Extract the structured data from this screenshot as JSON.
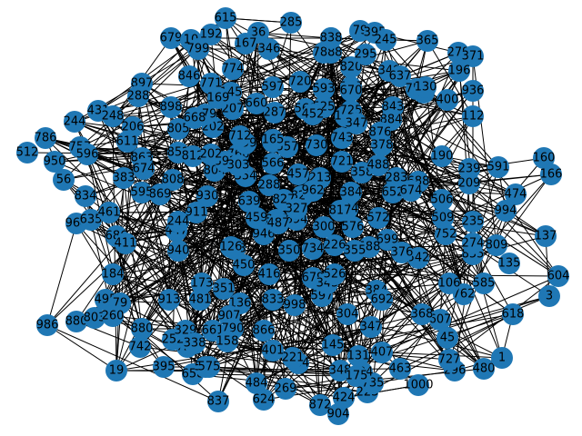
{
  "graph": {
    "node_color": "#1f77b4",
    "edge_color": "#000000",
    "background": "#ffffff",
    "nodes": [
      {
        "label": "615"
      },
      {
        "label": "36"
      },
      {
        "label": "285"
      },
      {
        "label": "838"
      },
      {
        "label": "79"
      },
      {
        "label": "395"
      },
      {
        "label": "245"
      },
      {
        "label": "365"
      },
      {
        "label": "279"
      },
      {
        "label": "371"
      },
      {
        "label": "679"
      },
      {
        "label": "10"
      },
      {
        "label": "192"
      },
      {
        "label": "799"
      },
      {
        "label": "167"
      },
      {
        "label": "346"
      },
      {
        "label": "788"
      },
      {
        "label": "820"
      },
      {
        "label": "295"
      },
      {
        "label": "196"
      },
      {
        "label": "897"
      },
      {
        "label": "771"
      },
      {
        "label": "846"
      },
      {
        "label": "368"
      },
      {
        "label": "349"
      },
      {
        "label": "637"
      },
      {
        "label": "758"
      },
      {
        "label": "68"
      },
      {
        "label": "400"
      },
      {
        "label": "936"
      },
      {
        "label": "431"
      },
      {
        "label": "248"
      },
      {
        "label": "288"
      },
      {
        "label": "898"
      },
      {
        "label": "206"
      },
      {
        "label": "805"
      },
      {
        "label": "843"
      },
      {
        "label": "884"
      },
      {
        "label": "112"
      },
      {
        "label": "244"
      },
      {
        "label": "786"
      },
      {
        "label": "757"
      },
      {
        "label": "596"
      },
      {
        "label": "611"
      },
      {
        "label": "950"
      },
      {
        "label": "512"
      },
      {
        "label": "56"
      },
      {
        "label": "834"
      },
      {
        "label": "383"
      },
      {
        "label": "160"
      },
      {
        "label": "166"
      },
      {
        "label": "591"
      },
      {
        "label": "239"
      },
      {
        "label": "190"
      },
      {
        "label": "209"
      },
      {
        "label": "474"
      },
      {
        "label": "964"
      },
      {
        "label": "635"
      },
      {
        "label": "461"
      },
      {
        "label": "686"
      },
      {
        "label": "411"
      },
      {
        "label": "994"
      },
      {
        "label": "235"
      },
      {
        "label": "137"
      },
      {
        "label": "752"
      },
      {
        "label": "930"
      },
      {
        "label": "447"
      },
      {
        "label": "184"
      },
      {
        "label": "495"
      },
      {
        "label": "79"
      },
      {
        "label": "880"
      },
      {
        "label": "986"
      },
      {
        "label": "803"
      },
      {
        "label": "260"
      },
      {
        "label": "742"
      },
      {
        "label": "19"
      },
      {
        "label": "395"
      },
      {
        "label": "724"
      },
      {
        "label": "658"
      },
      {
        "label": "575"
      },
      {
        "label": "837"
      },
      {
        "label": "484"
      },
      {
        "label": "624"
      },
      {
        "label": "269"
      },
      {
        "label": "872"
      },
      {
        "label": "904"
      },
      {
        "label": "424"
      },
      {
        "label": "223"
      },
      {
        "label": "1000"
      },
      {
        "label": "296"
      },
      {
        "label": "480"
      },
      {
        "label": "1"
      },
      {
        "label": "618"
      },
      {
        "label": "3"
      },
      {
        "label": "604"
      },
      {
        "label": "135"
      },
      {
        "label": "607"
      },
      {
        "label": "45"
      },
      {
        "label": "727"
      },
      {
        "label": "368"
      },
      {
        "label": "264"
      },
      {
        "label": "407"
      },
      {
        "label": "463"
      },
      {
        "label": "575"
      },
      {
        "label": "735"
      },
      {
        "label": "134"
      },
      {
        "label": "221"
      },
      {
        "label": "585"
      },
      {
        "label": "762"
      },
      {
        "label": "106"
      },
      {
        "label": "855"
      },
      {
        "label": "274"
      },
      {
        "label": "809"
      },
      {
        "label": "542"
      },
      {
        "label": "699"
      },
      {
        "label": "509"
      },
      {
        "label": "506"
      },
      {
        "label": "788"
      },
      {
        "label": "130"
      },
      {
        "label": "838"
      },
      {
        "label": "252"
      },
      {
        "label": "880"
      },
      {
        "label": "128"
      },
      {
        "label": "940"
      },
      {
        "label": "911"
      },
      {
        "label": "863"
      },
      {
        "label": "808"
      },
      {
        "label": "595"
      },
      {
        "label": "869"
      },
      {
        "label": "674"
      },
      {
        "label": "852"
      },
      {
        "label": "812"
      },
      {
        "label": "202"
      },
      {
        "label": "766"
      },
      {
        "label": "499"
      },
      {
        "label": "566"
      },
      {
        "label": "557"
      },
      {
        "label": "730"
      },
      {
        "label": "743"
      },
      {
        "label": "876"
      },
      {
        "label": "104"
      },
      {
        "label": "725"
      },
      {
        "label": "721"
      },
      {
        "label": "283"
      },
      {
        "label": "652"
      },
      {
        "label": "384"
      },
      {
        "label": "288"
      },
      {
        "label": "354"
      },
      {
        "label": "821"
      },
      {
        "label": "946"
      },
      {
        "label": "126"
      },
      {
        "label": "450"
      },
      {
        "label": "416"
      },
      {
        "label": "173"
      },
      {
        "label": "351"
      },
      {
        "label": "136"
      },
      {
        "label": "907"
      },
      {
        "label": "790"
      },
      {
        "label": "866"
      },
      {
        "label": "401"
      },
      {
        "label": "661"
      },
      {
        "label": "329"
      },
      {
        "label": "158"
      },
      {
        "label": "338"
      },
      {
        "label": "481"
      },
      {
        "label": "913"
      },
      {
        "label": "833"
      },
      {
        "label": "998"
      },
      {
        "label": "679"
      },
      {
        "label": "597"
      },
      {
        "label": "145"
      },
      {
        "label": "348"
      },
      {
        "label": "175"
      },
      {
        "label": "131"
      },
      {
        "label": "347"
      },
      {
        "label": "304"
      },
      {
        "label": "384"
      },
      {
        "label": "692"
      },
      {
        "label": "345"
      },
      {
        "label": "526"
      },
      {
        "label": "734"
      },
      {
        "label": "226"
      },
      {
        "label": "588"
      },
      {
        "label": "572"
      },
      {
        "label": "457"
      },
      {
        "label": "213"
      },
      {
        "label": "829"
      },
      {
        "label": "962"
      },
      {
        "label": "694"
      },
      {
        "label": "569"
      },
      {
        "label": "593"
      },
      {
        "label": "720"
      },
      {
        "label": "525"
      },
      {
        "label": "207"
      },
      {
        "label": "287"
      },
      {
        "label": "660"
      },
      {
        "label": "774"
      },
      {
        "label": "145"
      },
      {
        "label": "169"
      },
      {
        "label": "179"
      },
      {
        "label": "668"
      },
      {
        "label": "804"
      },
      {
        "label": "392"
      },
      {
        "label": "303"
      },
      {
        "label": "452"
      },
      {
        "label": "712"
      },
      {
        "label": "487"
      },
      {
        "label": "827"
      },
      {
        "label": "639"
      },
      {
        "label": "347"
      },
      {
        "label": "670"
      },
      {
        "label": "566"
      },
      {
        "label": "378"
      },
      {
        "label": "358"
      },
      {
        "label": "488"
      },
      {
        "label": "294"
      },
      {
        "label": "576"
      },
      {
        "label": "350"
      },
      {
        "label": "300"
      },
      {
        "label": "327"
      },
      {
        "label": "817"
      },
      {
        "label": "355"
      },
      {
        "label": "376"
      },
      {
        "label": "688"
      },
      {
        "label": "674"
      },
      {
        "label": "244"
      },
      {
        "label": "459"
      },
      {
        "label": "202"
      },
      {
        "label": "597"
      },
      {
        "label": "165"
      }
    ]
  }
}
